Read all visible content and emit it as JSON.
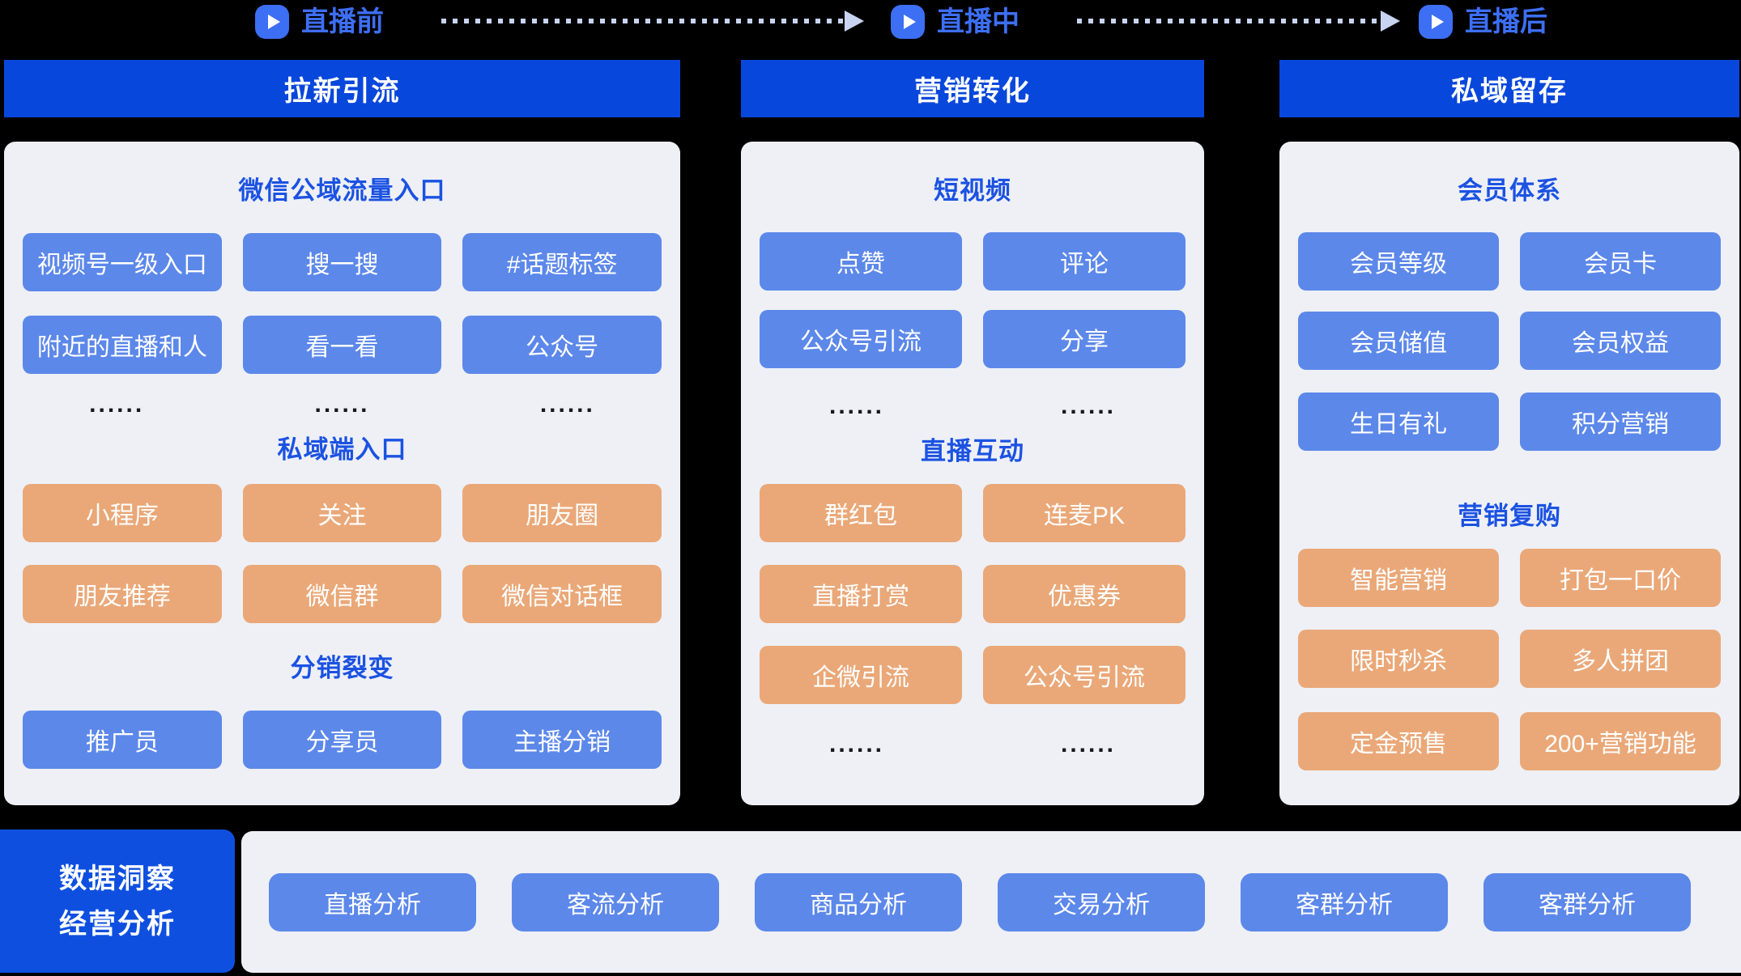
{
  "timeline": {
    "phases": [
      {
        "label": "直播前"
      },
      {
        "label": "直播中"
      },
      {
        "label": "直播后"
      }
    ]
  },
  "ellipsis": "......",
  "columns": [
    {
      "header": "拉新引流",
      "sections": [
        {
          "title": "微信公域流量入口",
          "rows": [
            [
              "视频号一级入口",
              "搜一搜",
              "#话题标签"
            ],
            [
              "附近的直播和人",
              "看一看",
              "公众号"
            ]
          ]
        },
        {
          "title": "私域端入口",
          "rows": [
            [
              "小程序",
              "关注",
              "朋友圈"
            ],
            [
              "朋友推荐",
              "微信群",
              "微信对话框"
            ]
          ]
        },
        {
          "title": "分销裂变",
          "rows": [
            [
              "推广员",
              "分享员",
              "主播分销"
            ]
          ]
        }
      ]
    },
    {
      "header": "营销转化",
      "sections": [
        {
          "title": "短视频",
          "rows": [
            [
              "点赞",
              "评论"
            ],
            [
              "公众号引流",
              "分享"
            ]
          ]
        },
        {
          "title": "直播互动",
          "rows": [
            [
              "群红包",
              "连麦PK"
            ],
            [
              "直播打赏",
              "优惠券"
            ],
            [
              "企微引流",
              "公众号引流"
            ]
          ]
        }
      ]
    },
    {
      "header": "私域留存",
      "sections": [
        {
          "title": "会员体系",
          "rows": [
            [
              "会员等级",
              "会员卡"
            ],
            [
              "会员储值",
              "会员权益"
            ],
            [
              "生日有礼",
              "积分营销"
            ]
          ]
        },
        {
          "title": "营销复购",
          "rows": [
            [
              "智能营销",
              "打包一口价"
            ],
            [
              "限时秒杀",
              "多人拼团"
            ],
            [
              "定金预售",
              "200+营销功能"
            ]
          ]
        }
      ]
    }
  ],
  "bottom": {
    "title_line1": "数据洞察",
    "title_line2": "经营分析",
    "buttons": [
      "直播分析",
      "客流分析",
      "商品分析",
      "交易分析",
      "客群分析",
      "客群分析"
    ]
  },
  "colors": {
    "background": "#000000",
    "header_bar": "#0847DB",
    "panel_bg": "#EEF0F6",
    "blue_button": "#5C88EA",
    "orange_button": "#EAA878",
    "heading_text": "#1B52E2",
    "timeline_accent": "#3D6FF5",
    "dotted_line": "#C9D4F0",
    "bottom_panel": "#0E4FE0"
  }
}
